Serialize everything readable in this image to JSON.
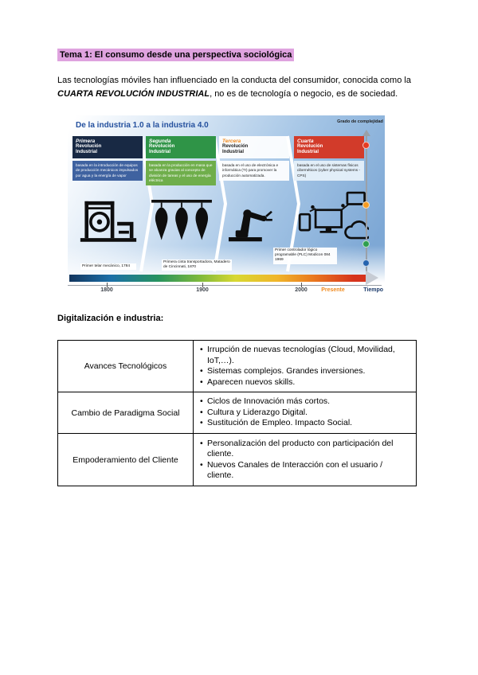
{
  "doc": {
    "title": "Tema 1: El consumo desde una perspectiva sociológica",
    "title_highlight_color": "#dfa3df",
    "intro_pre": "Las tecnologías móviles han influenciado en la conducta del consumidor, conocida como la ",
    "intro_emphasis": "CUARTA REVOLUCIÓN INDUSTRIAL",
    "intro_post": ", no es de tecnología o negocio, es de sociedad."
  },
  "infographic": {
    "title": "De la industria 1.0  a la industria 4.0",
    "complexity_label": "Grado de complejidad",
    "columns": [
      {
        "ordinal": "Primera",
        "name": "Revolución Industrial",
        "description": "basada en la introducción de equipos de producción mecánicos impulsados por agua y la energía de vapor",
        "color": "#182944",
        "dot_color": "#2563ae",
        "icon": "loom-icon"
      },
      {
        "ordinal": "Segunda",
        "name": "Revolución Industrial",
        "description": "basada en la producción en masa que se alcanza gracias al concepto de división de tareas y el uso de energía eléctrica",
        "color": "#2f9447",
        "dot_color": "#2e9e4f",
        "icon": "hanging-carcasses-icon"
      },
      {
        "ordinal": "Tercera",
        "name": "Revolución Industrial",
        "description": "basada en el uso de electrónica e informática (TI) para promover la producción automatizada.",
        "color": "#f08a1e",
        "dot_color": "#f59b23",
        "icon": "robot-arm-icon"
      },
      {
        "ordinal": "Cuarta",
        "name": "Revolución Industrial",
        "description": "basada en el uso de sistemas físicos cibernéticos (cyber physical systems - CPS)",
        "color": "#d23b2a",
        "dot_color": "#e53b23",
        "icon": "connected-devices-icon"
      }
    ],
    "captions": [
      "Primer telar mecánico, 1784",
      "Primera cinta transportadora, Matadero de Cincinnati, 1870",
      "Primer controlador lógico programable (PLC) Modicon 084 1969"
    ],
    "timeline": {
      "ticks": [
        "1800",
        "1900",
        "2000"
      ],
      "presente": "Presente",
      "tiempo": "Tiempo"
    }
  },
  "section": {
    "heading": "Digitalización e industria:"
  },
  "table": {
    "rows": [
      {
        "label": "Avances Tecnológicos",
        "items": [
          "Irrupción de nuevas tecnologías (Cloud, Movilidad, IoT,…).",
          "Sistemas complejos. Grandes inversiones.",
          "Aparecen nuevos skills."
        ]
      },
      {
        "label": "Cambio de Paradigma Social",
        "items": [
          "Ciclos de Innovación más cortos.",
          "Cultura y Liderazgo Digital.",
          "Sustitución de Empleo. Impacto Social."
        ]
      },
      {
        "label": "Empoderamiento del Cliente",
        "items": [
          "Personalización del producto con participación del cliente.",
          "Nuevos Canales de Interacción con el usuario / cliente."
        ]
      }
    ]
  }
}
